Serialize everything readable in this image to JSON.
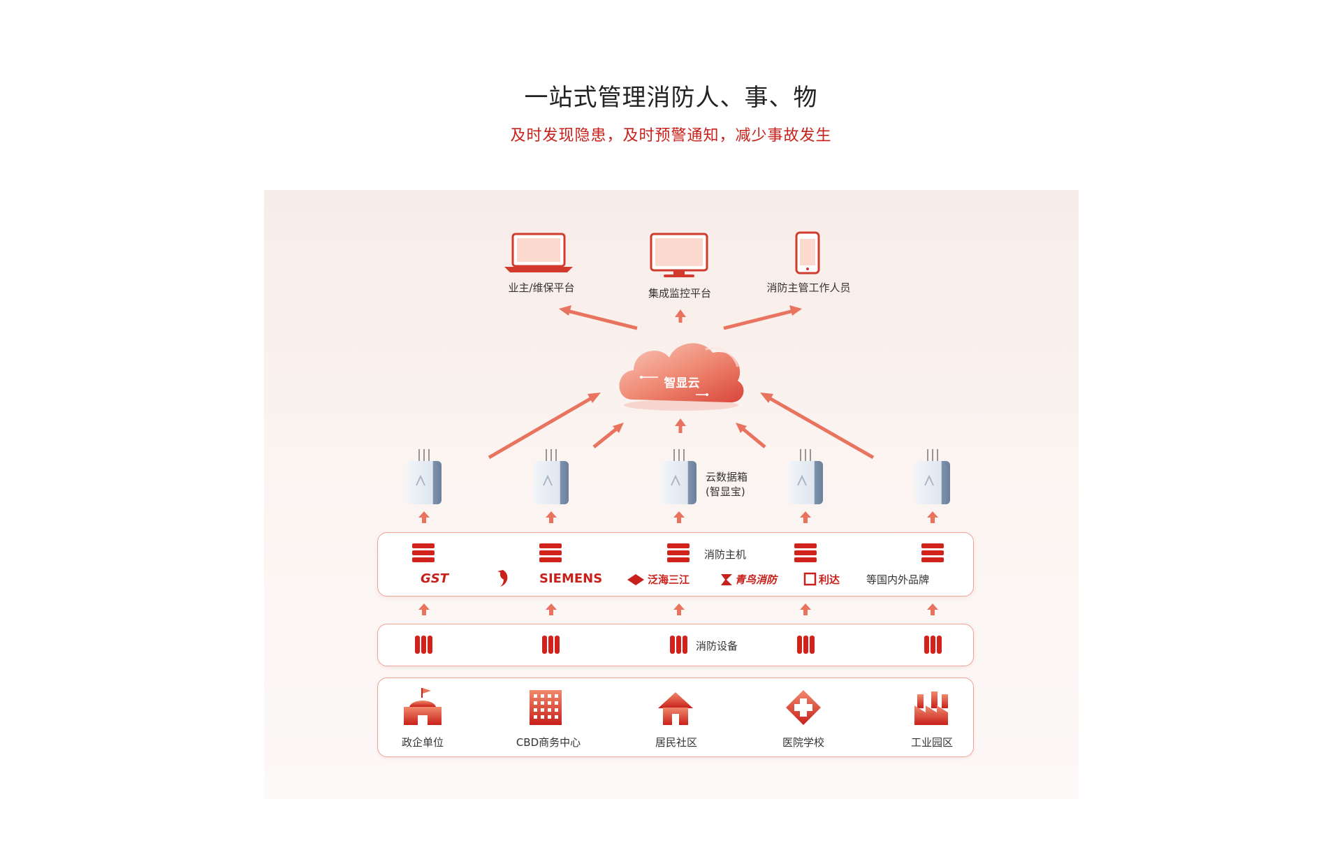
{
  "header": {
    "title": "一站式管理消防人、事、物",
    "subtitle": "及时发现隐患，及时预警通知，减少事故发生"
  },
  "endpoints": [
    {
      "label": "业主/维保平台",
      "icon": "laptop-icon"
    },
    {
      "label": "集成监控平台",
      "icon": "monitor-icon"
    },
    {
      "label": "消防主管工作人员",
      "icon": "phone-icon"
    }
  ],
  "cloud": {
    "label": "智显云"
  },
  "gateway": {
    "label_line1": "云数据箱",
    "label_line2": "(智显宝)"
  },
  "host_band": {
    "label": "消防主机",
    "brands": [
      "GST",
      "SIEMENS",
      "泛海三江",
      "青鸟消防",
      "利达"
    ],
    "brands_suffix": "等国内外品牌"
  },
  "device_band": {
    "label": "消防设备"
  },
  "sites": [
    {
      "label": "政企单位",
      "icon": "government-building-icon"
    },
    {
      "label": "CBD商务中心",
      "icon": "office-tower-icon"
    },
    {
      "label": "居民社区",
      "icon": "house-icon"
    },
    {
      "label": "医院学校",
      "icon": "hospital-cross-icon"
    },
    {
      "label": "工业园区",
      "icon": "factory-icon"
    }
  ],
  "colors": {
    "accent": "#c8201a",
    "arrow": "#e8735e",
    "panel": "#f7ece8"
  }
}
